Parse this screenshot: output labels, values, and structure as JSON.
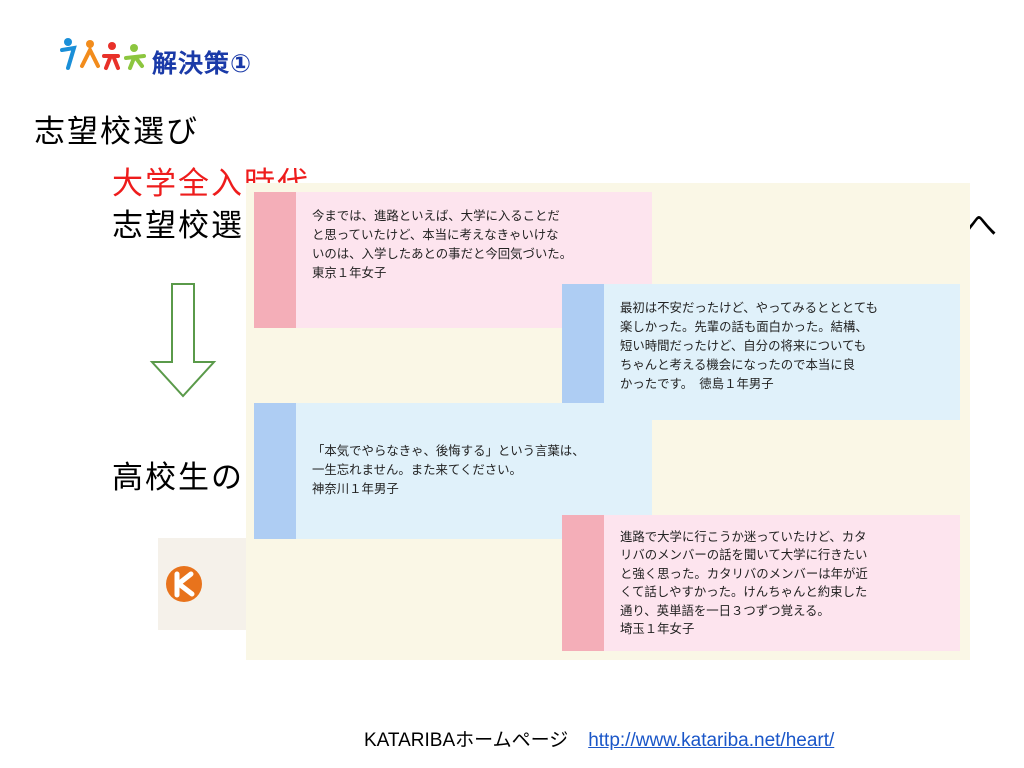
{
  "slide": {
    "title": "解決策①",
    "line1": "志望校選び",
    "line2": "大学全入時代",
    "line3": "志望校選",
    "line3_tail": "へ",
    "line4": "高校生の"
  },
  "testimonials": [
    {
      "text": "今までは、進路といえば、大学に入ることだ\nと思っていたけど、本当に考えなきゃいけな\nいのは、入学したあとの事だと今回気づいた。\n東京１年女子"
    },
    {
      "text": "最初は不安だったけど、やってみるとととても\n楽しかった。先輩の話も面白かった。結構、\n短い時間だったけど、自分の将来についても\nちゃんと考える機会になったので本当に良\nかったです。　徳島１年男子"
    },
    {
      "text": "「本気でやらなきゃ、後悔する」という言葉は、\n一生忘れません。また来てください。\n神奈川１年男子"
    },
    {
      "text": "進路で大学に行こうか迷っていたけど、カタ\nリバのメンバーの話を聞いて大学に行きたい\nと強く思った。カタリバのメンバーは年が近\nくて話しやすかった。けんちゃんと約束した\n通り、英単語を一日３つずつ覚える。\n埼玉１年女子"
    }
  ],
  "footer": {
    "label": "KATARIBAホームページ",
    "url": "http://www.katariba.net/heart/"
  },
  "colors": {
    "title": "#1a3aa8",
    "highlight": "#ee1c1c",
    "arrow": "#5a9a4a",
    "pink_bar": "#f4aeb8",
    "pink_bg": "#fde4ee",
    "blue_bar": "#aecdf3",
    "blue_bg": "#e0f1fa",
    "panel_bg": "#faf7e6",
    "link": "#1a56c8"
  }
}
